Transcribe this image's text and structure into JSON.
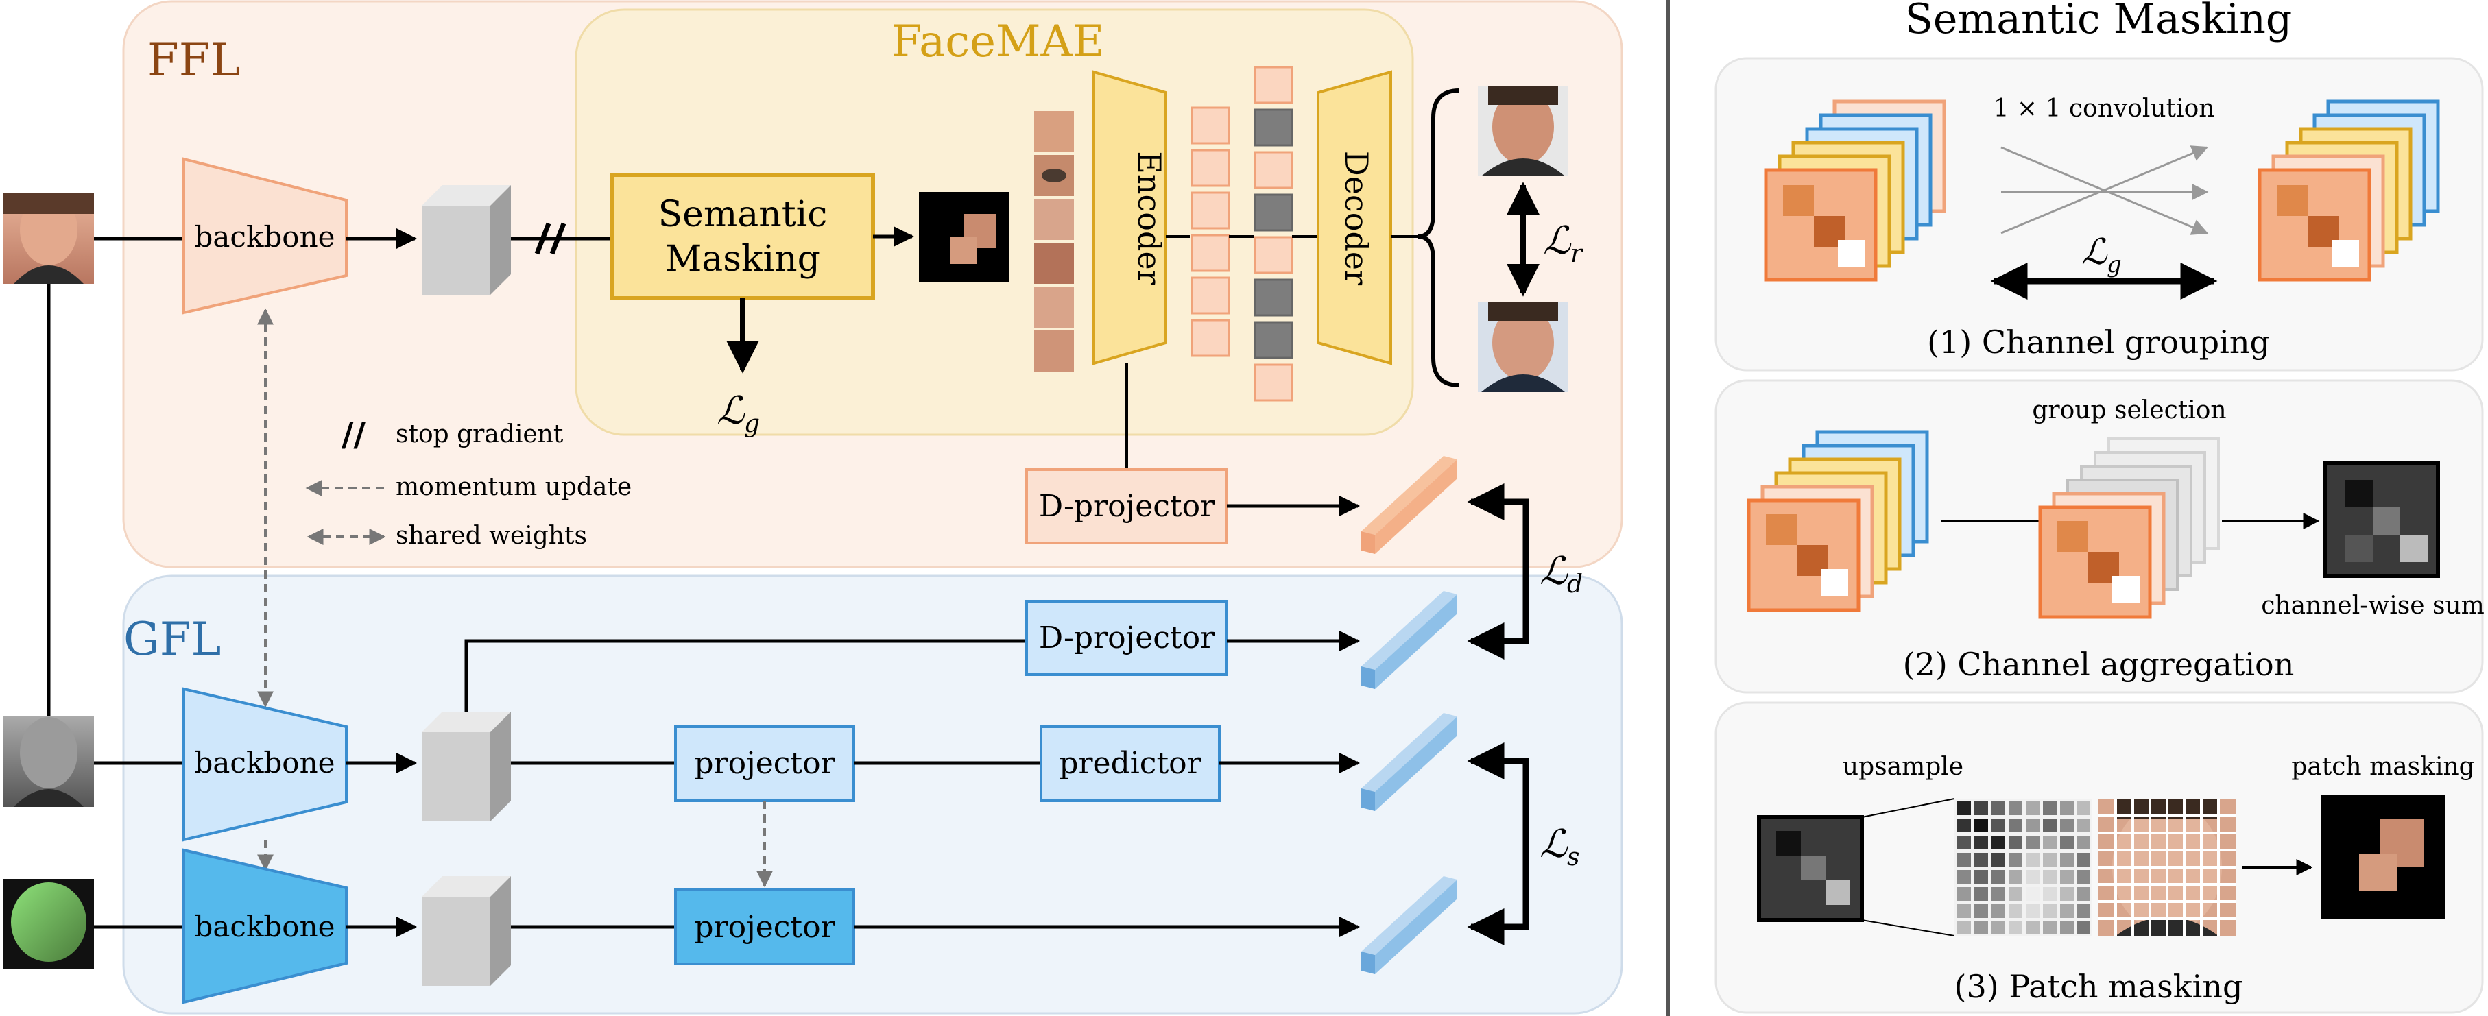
{
  "regions": {
    "ffl": "FFL",
    "gfl": "GFL",
    "facemae": "FaceMAE"
  },
  "blocks": {
    "backbone_ffl": "backbone",
    "backbone_gfl_online": "backbone",
    "backbone_gfl_target": "backbone",
    "semantic_masking_line1": "Semantic",
    "semantic_masking_line2": "Masking",
    "encoder": "Encoder",
    "decoder": "Decoder",
    "dprojector_ffl": "D-projector",
    "dprojector_gfl": "D-projector",
    "projector_online": "projector",
    "projector_target": "projector",
    "predictor": "predictor"
  },
  "losses": {
    "g_letter": "ℒ",
    "g_sub": "g",
    "r_letter": "ℒ",
    "r_sub": "r",
    "d_letter": "ℒ",
    "d_sub": "d",
    "s_letter": "ℒ",
    "s_sub": "s"
  },
  "legend": {
    "stop_gradient_symbol": "//",
    "stop_gradient": "stop gradient",
    "momentum_update": "momentum update",
    "shared_weights": "shared weights"
  },
  "right_panel": {
    "title": "Semantic Masking",
    "conv_label": "1 × 1 convolution",
    "step1": "(1) Channel grouping",
    "group_selection": "group selection",
    "channel_sum": "channel-wise sum",
    "step2": "(2) Channel aggregation",
    "upsample": "upsample",
    "patch_masking": "patch masking",
    "step3": "(3) Patch masking"
  },
  "colors": {
    "ffl_bg": "#fdf1e9",
    "gfl_bg": "#eef4fa",
    "facemae_bg": "#fbf0d6",
    "yellow_fill": "#fbe39a",
    "yellow_stroke": "#d9a520",
    "orange_fill": "#fbd6c0",
    "orange_stroke": "#f0a37a",
    "lightblue_fill": "#cfe7fb",
    "lightblue_stroke": "#3a8ed0",
    "blue_fill": "#55b9ec",
    "ffl_text": "#8b4513",
    "facemae_text": "#d4a017",
    "gfl_text": "#2f6fa8"
  }
}
